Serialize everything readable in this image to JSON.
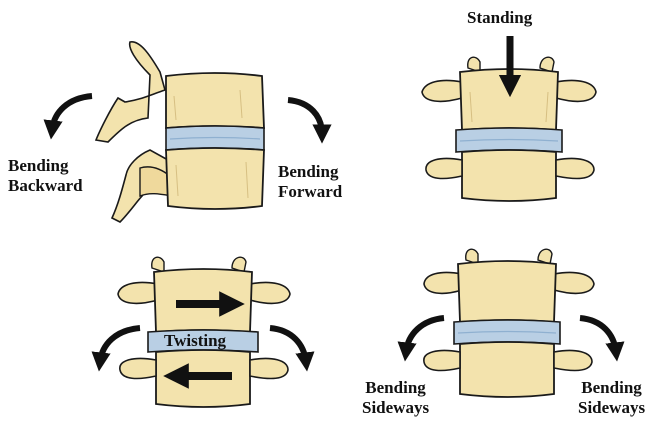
{
  "colors": {
    "bone": "#f3e3ad",
    "bone_shadow": "#e0c98a",
    "disc": "#b9cfe4",
    "disc_shadow": "#8fb0d0",
    "outline": "#1a1a1a",
    "arrow": "#111111"
  },
  "panels": {
    "flexion": {
      "left_label": [
        "Bending",
        "Backward"
      ],
      "right_label": [
        "Bending",
        "Forward"
      ],
      "icons": [
        "curved-arrow-icon",
        "curved-arrow-icon"
      ]
    },
    "standing": {
      "label": "Standing",
      "icons": [
        "down-arrow-icon"
      ]
    },
    "twisting": {
      "label": "Twisting",
      "icons": [
        "right-arrow-icon",
        "left-arrow-icon",
        "curved-arrow-icon",
        "curved-arrow-icon"
      ]
    },
    "sideways": {
      "left_label": [
        "Bending",
        "Sideways"
      ],
      "right_label": [
        "Bending",
        "Sideways"
      ],
      "icons": [
        "curved-arrow-icon",
        "curved-arrow-icon"
      ]
    }
  }
}
